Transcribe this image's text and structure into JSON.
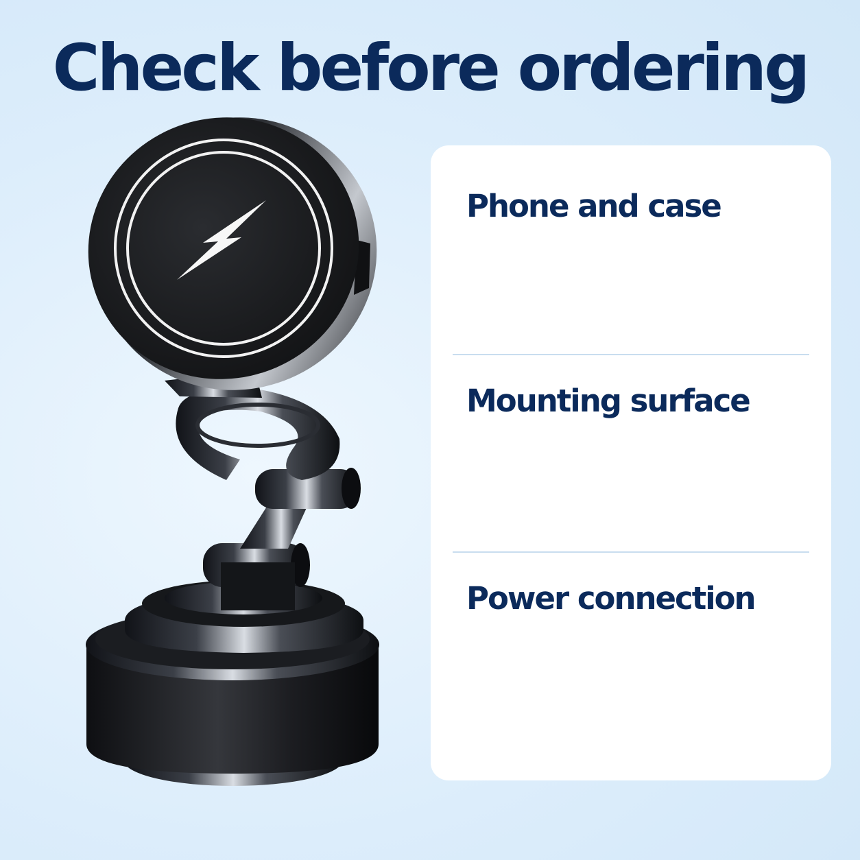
{
  "headline": "Check before ordering",
  "checklist": [
    {
      "label": "Phone and case"
    },
    {
      "label": "Mounting surface"
    },
    {
      "label": "Power connection"
    }
  ],
  "colors": {
    "headline": "#0b2a5b",
    "background": "#dcedfb",
    "card": "#ffffff",
    "divider": "#c9ddef"
  },
  "icons": [
    "lightning-bolt-icon"
  ]
}
